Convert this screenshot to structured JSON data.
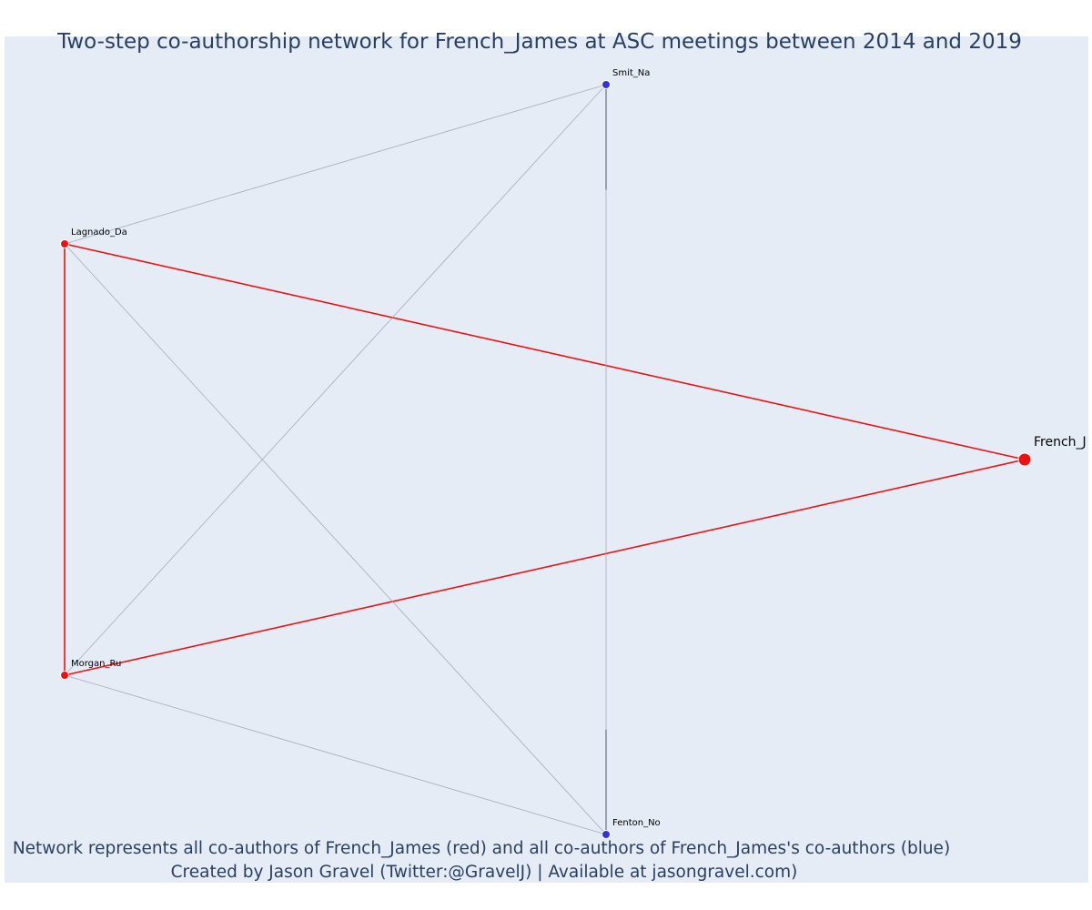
{
  "title": "Two-step co-authorship network for French_James at ASC meetings between 2014 and 2019",
  "footer": {
    "line1": "Network represents all co-authors of French_James (red) and all co-authors of French_James's co-authors (blue)",
    "line2": "Created by Jason Gravel (Twitter:@GravelJ) | Available at jasongravel.com)"
  },
  "colors": {
    "plot_background": "#e5ecf6",
    "red": "#ee1111",
    "blue": "#3333dd",
    "gray_edge": "#a9a9bb",
    "dark_edge": "#555566"
  },
  "nodes": [
    {
      "id": "French_J",
      "label": "French_J",
      "group": "focal"
    },
    {
      "id": "Lagnado_Da",
      "label": "Lagnado_Da",
      "group": "coauthor"
    },
    {
      "id": "Morgan_Ru",
      "label": "Morgan_Ru",
      "group": "coauthor"
    },
    {
      "id": "Smit_Na",
      "label": "Smit_Na",
      "group": "second_step"
    },
    {
      "id": "Fenton_No",
      "label": "Fenton_No",
      "group": "second_step"
    }
  ],
  "edges": [
    {
      "source": "Lagnado_Da",
      "target": "French_J",
      "type": "direct"
    },
    {
      "source": "Morgan_Ru",
      "target": "French_J",
      "type": "direct"
    },
    {
      "source": "Lagnado_Da",
      "target": "Morgan_Ru",
      "type": "direct"
    },
    {
      "source": "Lagnado_Da",
      "target": "Smit_Na",
      "type": "indirect"
    },
    {
      "source": "Lagnado_Da",
      "target": "Fenton_No",
      "type": "indirect"
    },
    {
      "source": "Morgan_Ru",
      "target": "Smit_Na",
      "type": "indirect"
    },
    {
      "source": "Morgan_Ru",
      "target": "Fenton_No",
      "type": "indirect"
    },
    {
      "source": "Smit_Na",
      "target": "Fenton_No",
      "type": "second_step"
    }
  ]
}
